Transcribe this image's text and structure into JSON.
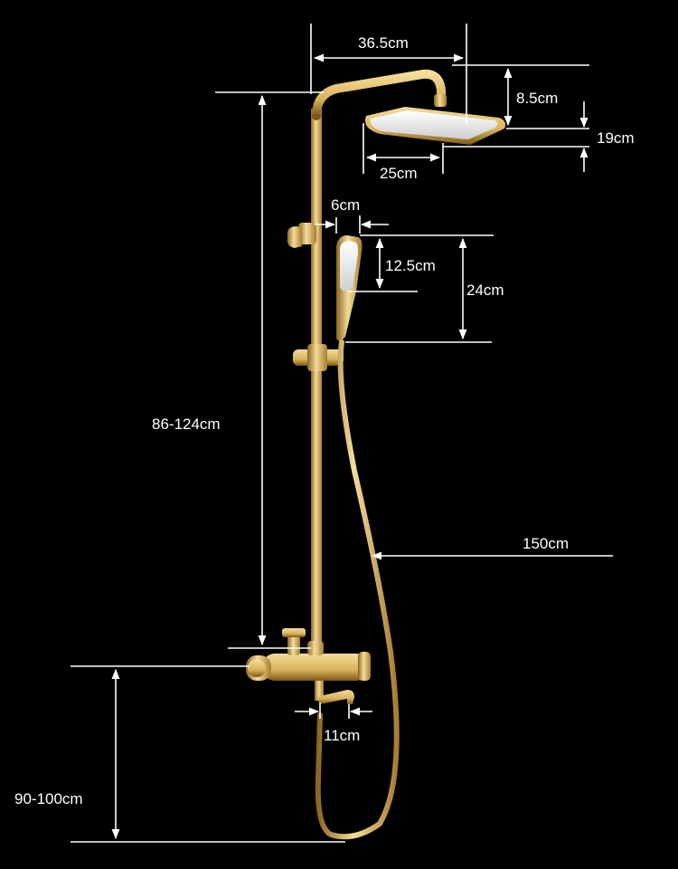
{
  "diagram": {
    "colors": {
      "background": "#000000",
      "dimension_line": "#ffffff",
      "gold_light": "#f4dc9a",
      "gold_mid": "#d9b35c",
      "gold_dark": "#8a6520",
      "shower_face": "#f2f2f2"
    },
    "dimensions": {
      "head_arm_width": "36.5cm",
      "head_height": "8.5cm",
      "head_length": "19cm",
      "head_width": "25cm",
      "hand_head_width": "6cm",
      "hand_head_face": "12.5cm",
      "hand_shower_length": "24cm",
      "column_height": "86-124cm",
      "hose_length": "150cm",
      "spout_length": "11cm",
      "mount_height": "90-100cm"
    }
  }
}
